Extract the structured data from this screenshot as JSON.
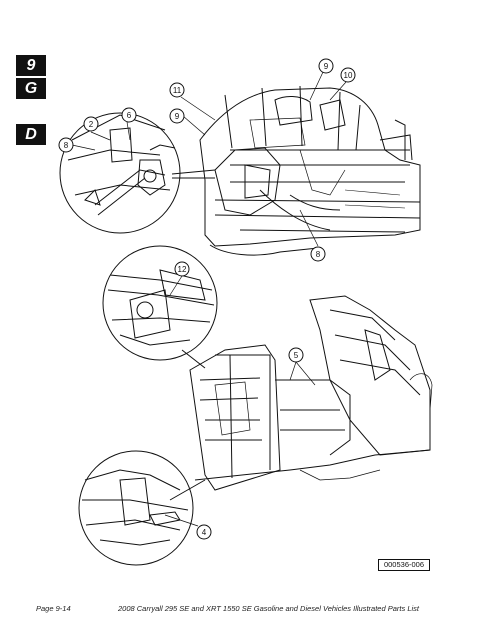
{
  "section_tabs": [
    "9",
    "G",
    "D"
  ],
  "callouts": [
    "9",
    "10",
    "11",
    "2",
    "6",
    "8",
    "8",
    "12",
    "5",
    "4"
  ],
  "figure_id": "000536-006",
  "footer": {
    "page": "Page 9-14",
    "title": "2008 Carryall 295 SE and XRT 1550 SE Gasoline and Diesel Vehicles Illustrated Parts List"
  }
}
